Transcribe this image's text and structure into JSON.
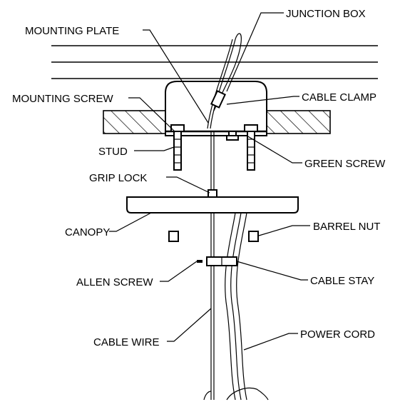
{
  "labels": {
    "junction_box": "JUNCTION BOX",
    "mounting_plate": "MOUNTING PLATE",
    "mounting_screw": "MOUNTING SCREW",
    "cable_clamp": "CABLE CLAMP",
    "stud": "STUD",
    "green_screw": "GREEN SCREW",
    "grip_lock": "GRIP LOCK",
    "canopy": "CANOPY",
    "barrel_nut": "BARREL NUT",
    "allen_screw": "ALLEN SCREW",
    "cable_stay": "CABLE STAY",
    "cable_wire": "CABLE WIRE",
    "power_cord": "POWER CORD"
  }
}
